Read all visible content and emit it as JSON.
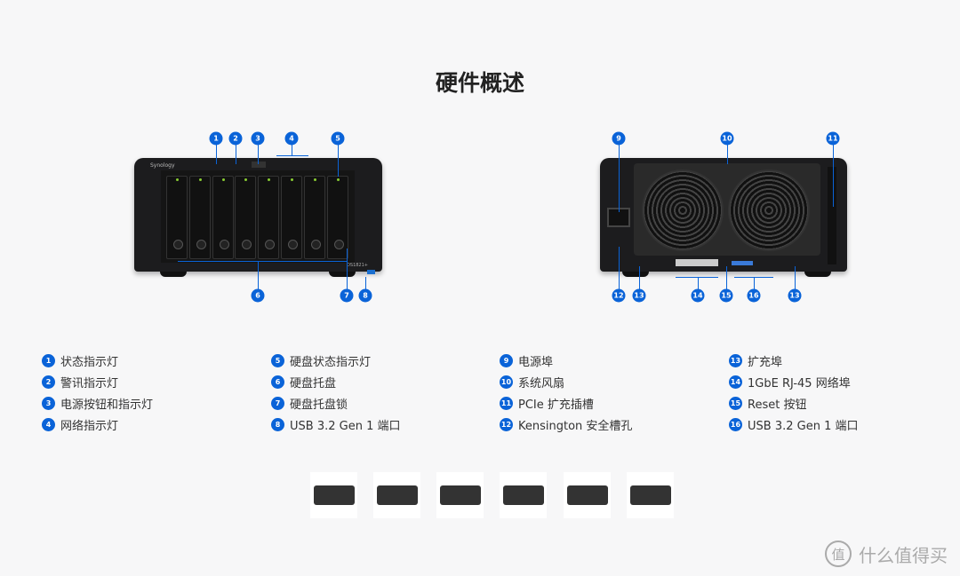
{
  "title": "硬件概述",
  "accent": "#0a63d8",
  "front": {
    "brand": "Synology",
    "model": "DS1821+"
  },
  "front_markers": [
    "1",
    "2",
    "3",
    "4",
    "5",
    "6",
    "7",
    "8"
  ],
  "back_markers": [
    "9",
    "10",
    "11",
    "12",
    "13",
    "14",
    "15",
    "16",
    "13"
  ],
  "legend": [
    {
      "n": "1",
      "label": "状态指示灯"
    },
    {
      "n": "2",
      "label": "警讯指示灯"
    },
    {
      "n": "3",
      "label": "电源按钮和指示灯"
    },
    {
      "n": "4",
      "label": "网络指示灯"
    },
    {
      "n": "5",
      "label": "硬盘状态指示灯"
    },
    {
      "n": "6",
      "label": "硬盘托盘"
    },
    {
      "n": "7",
      "label": "硬盘托盘锁"
    },
    {
      "n": "8",
      "label": "USB 3.2 Gen 1 端口"
    },
    {
      "n": "9",
      "label": "电源埠"
    },
    {
      "n": "10",
      "label": "系统风扇"
    },
    {
      "n": "11",
      "label": "PCIe 扩充插槽"
    },
    {
      "n": "12",
      "label": "Kensington 安全槽孔"
    },
    {
      "n": "13",
      "label": "扩充埠"
    },
    {
      "n": "14",
      "label": "1GbE RJ-45 网络埠"
    },
    {
      "n": "15",
      "label": "Reset 按钮"
    },
    {
      "n": "16",
      "label": "USB 3.2 Gen 1 端口"
    }
  ],
  "thumbnails": [
    "front-angle",
    "side-angle",
    "front-view",
    "back-view",
    "front-view-2",
    "angle-view"
  ],
  "watermark": {
    "icon": "值",
    "text": "什么值得买"
  }
}
